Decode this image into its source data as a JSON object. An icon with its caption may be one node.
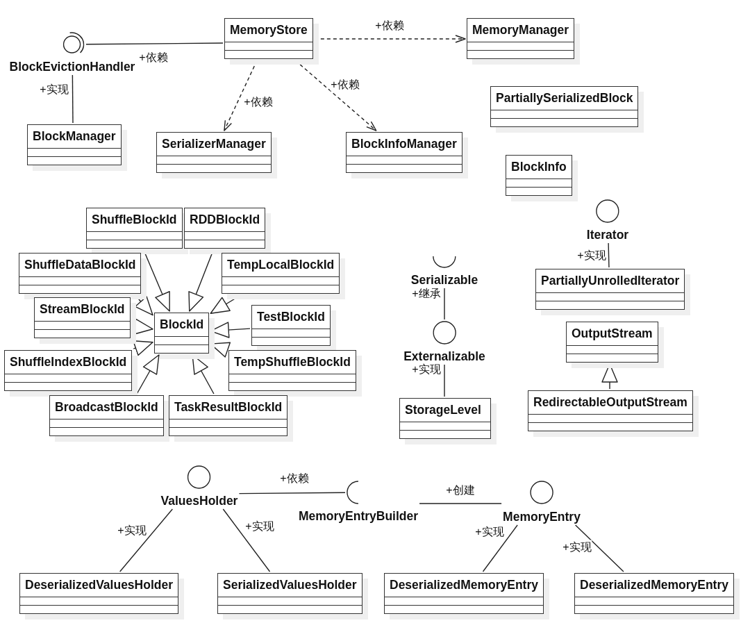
{
  "diagram": {
    "nodes": [
      {
        "text": [
          "MemoryStore"
        ]
      },
      {
        "text": [
          "MemoryManager"
        ]
      },
      {
        "text": [
          "BlockEvictionHandler"
        ]
      },
      {
        "text": [
          "BlockManager"
        ]
      },
      {
        "text": [
          "SerializerManager"
        ]
      },
      {
        "text": [
          "BlockInfoManager"
        ]
      },
      {
        "text": [
          "PartiallySerializedBlock"
        ]
      },
      {
        "text": [
          "BlockInfo"
        ]
      },
      {
        "text": [
          "ShuffleBlockId"
        ]
      },
      {
        "text": [
          "RDDBlockId"
        ]
      },
      {
        "text": [
          "ShuffleDataBlockId"
        ]
      },
      {
        "text": [
          "TempLocalBlockId"
        ]
      },
      {
        "text": [
          "StreamBlockId"
        ]
      },
      {
        "text": [
          "BlockId"
        ]
      },
      {
        "text": [
          "TestBlockId"
        ]
      },
      {
        "text": [
          "ShuffleIndexBlockId"
        ]
      },
      {
        "text": [
          "TempShuffleBlockId"
        ]
      },
      {
        "text": [
          "BroadcastBlockId"
        ]
      },
      {
        "text": [
          "TaskResultBlockId"
        ]
      },
      {
        "text": [
          "Iterator"
        ]
      },
      {
        "text": [
          "PartiallyUnrolledIterator"
        ]
      },
      {
        "text": [
          "Serializable"
        ]
      },
      {
        "text": [
          "Externalizable"
        ]
      },
      {
        "text": [
          "StorageLevel"
        ]
      },
      {
        "text": [
          "OutputStream"
        ]
      },
      {
        "text": [
          "RedirectableOutputStream"
        ]
      },
      {
        "text": [
          "ValuesHolder"
        ]
      },
      {
        "text": [
          "MemoryEntryBuilder"
        ]
      },
      {
        "text": [
          "MemoryEntry"
        ]
      },
      {
        "text": [
          "DeserializedValuesHolder"
        ]
      },
      {
        "text": [
          "SerializedValuesHolder"
        ]
      },
      {
        "text": [
          "DeserializedMemoryEntry"
        ]
      },
      {
        "text": [
          "DeserializedMemoryEntry"
        ]
      }
    ],
    "edges": [
      {
        "from": 0,
        "to": 1,
        "arrow": "to",
        "style": "dashed",
        "label": "+依赖"
      },
      {
        "from": 0,
        "to": 4,
        "arrow": "to",
        "style": "dashed",
        "label": "+依赖"
      },
      {
        "from": 0,
        "to": 5,
        "arrow": "to",
        "style": "dashed",
        "label": "+依赖"
      },
      {
        "from": 0,
        "to": 2,
        "arrow": "none",
        "label": "+依赖"
      },
      {
        "from": 3,
        "to": 2,
        "arrow": "none",
        "label": "+实现"
      },
      {
        "from": 8,
        "to": 13,
        "arrow": "to"
      },
      {
        "from": 9,
        "to": 13,
        "arrow": "to"
      },
      {
        "from": 10,
        "to": 13,
        "arrow": "to"
      },
      {
        "from": 11,
        "to": 13,
        "arrow": "to"
      },
      {
        "from": 12,
        "to": 13,
        "arrow": "to"
      },
      {
        "from": 14,
        "to": 13,
        "arrow": "to"
      },
      {
        "from": 15,
        "to": 13,
        "arrow": "to"
      },
      {
        "from": 16,
        "to": 13,
        "arrow": "to"
      },
      {
        "from": 17,
        "to": 13,
        "arrow": "to"
      },
      {
        "from": 18,
        "to": 13,
        "arrow": "to"
      },
      {
        "from": 20,
        "to": 19,
        "arrow": "none",
        "label": "+实现"
      },
      {
        "from": 22,
        "to": 21,
        "arrow": "none",
        "label": "+继承"
      },
      {
        "from": 23,
        "to": 22,
        "arrow": "none",
        "label": "+实现"
      },
      {
        "from": 25,
        "to": 24,
        "arrow": "to"
      },
      {
        "from": 29,
        "to": 26,
        "arrow": "none",
        "label": "+实现"
      },
      {
        "from": 30,
        "to": 26,
        "arrow": "none",
        "label": "+实现"
      },
      {
        "from": 27,
        "to": 26,
        "arrow": "none",
        "label": "+依赖"
      },
      {
        "from": 27,
        "to": 28,
        "arrow": "none",
        "label": "+创建"
      },
      {
        "from": 31,
        "to": 28,
        "arrow": "none",
        "label": "+实现"
      },
      {
        "from": 32,
        "to": 28,
        "arrow": "none",
        "label": "+实现"
      }
    ]
  }
}
